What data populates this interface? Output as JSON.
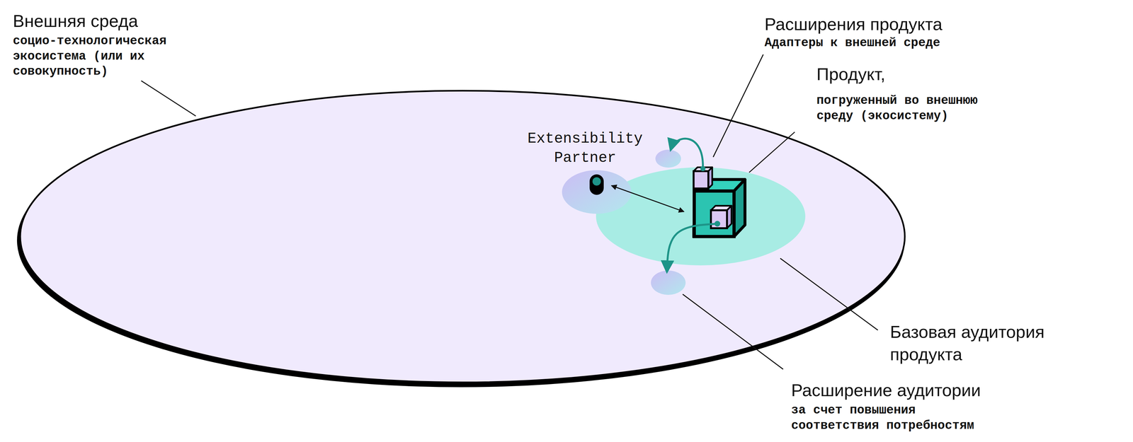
{
  "diagram": {
    "nodes": [
      {
        "text": [
          "Внешняя среда",
          "социо-технологическая экосистема (или их совокупность)"
        ]
      },
      {
        "text": [
          "Базовая аудитория продукта"
        ],
        "in": 0
      },
      {
        "text": [
          "Продукт,",
          "погруженный во внешнюю среду (экосистему)"
        ],
        "in": 1
      },
      {
        "text": [
          "Расширения продукта",
          "Адаптеры к внешней среде"
        ],
        "in": 2
      },
      {
        "text": [
          "Extensibility Partner"
        ],
        "in": 0
      },
      {
        "text": [
          "Расширение аудитории",
          "за счет повышения соответствия потребностям"
        ],
        "in": 0
      }
    ],
    "edges": [
      {
        "from": 4,
        "to": 2,
        "arrow": "both"
      },
      {
        "from": 2,
        "to": 5,
        "arrow": "to"
      }
    ]
  }
}
